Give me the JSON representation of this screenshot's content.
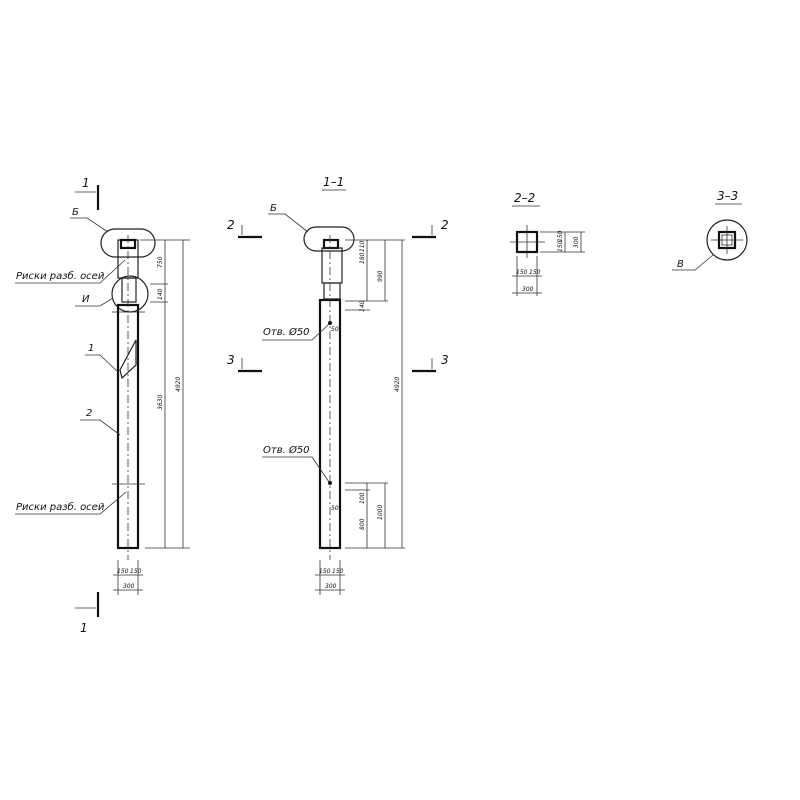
{
  "view_main": {
    "section_mark_top": "1",
    "section_mark_bottom": "1",
    "callout_b": "Б",
    "callout_i": "И",
    "risks_top": "Риски разб. осей",
    "risks_bottom": "Риски разб. осей",
    "pos_1": "1",
    "pos_2": "2",
    "dims": {
      "d750": "750",
      "d140": "140",
      "d3630": "3630",
      "d4920": "4920",
      "w150a": "150",
      "w150b": "150",
      "w300": "300"
    }
  },
  "view_1_1": {
    "title": "1–1",
    "callout_b": "Б",
    "cut_2_left": "2",
    "cut_2_right": "2",
    "cut_3_left": "3",
    "cut_3_right": "3",
    "hole_top": "Отв. Ø50",
    "hole_bottom": "Отв. Ø50",
    "dims": {
      "d110": "110",
      "d180": "180",
      "d990": "990",
      "d140": "140",
      "d50a": "50",
      "d4920": "4920",
      "d100": "100",
      "d800": "800",
      "d1000": "1000",
      "d50b": "50",
      "w150a": "150",
      "w150b": "150",
      "w300": "300"
    }
  },
  "view_2_2": {
    "title": "2–2",
    "dims": {
      "h150a": "150",
      "h150b": "150",
      "h300": "300",
      "w150a": "150",
      "w150b": "150",
      "w300": "300"
    }
  },
  "view_3_3": {
    "title": "3–3",
    "callout_v": "В"
  }
}
